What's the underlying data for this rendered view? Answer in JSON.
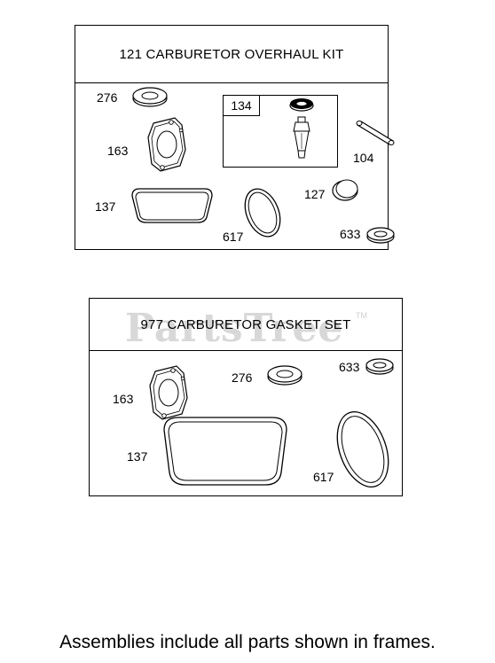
{
  "watermark": {
    "text": "PartsTree",
    "tm": "TM"
  },
  "kits": [
    {
      "title": "121 CARBURETOR OVERHAUL KIT",
      "parts": {
        "p276": "276",
        "p163": "163",
        "p137": "137",
        "p617": "617",
        "p127": "127",
        "p633": "633",
        "p104": "104",
        "p134": "134"
      }
    },
    {
      "title": "977 CARBURETOR GASKET SET",
      "parts": {
        "p276": "276",
        "p633": "633",
        "p163": "163",
        "p137": "137",
        "p617": "617"
      }
    }
  ],
  "footer": "Assemblies include all parts shown in frames."
}
